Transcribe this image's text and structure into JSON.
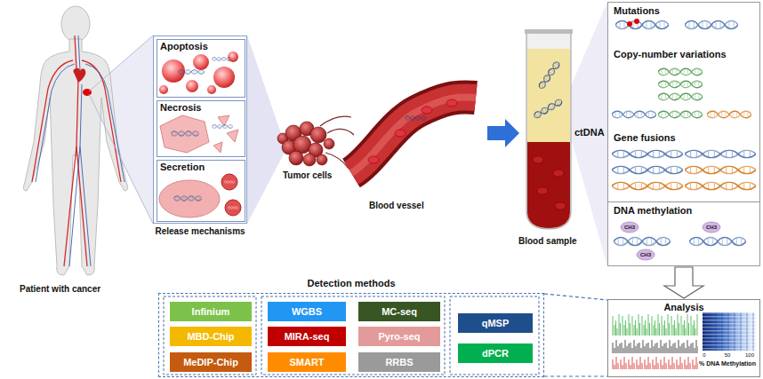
{
  "diagram": {
    "nodes": [
      {
        "text": [
          "Release mechanisms"
        ]
      },
      {
        "text": [
          "Apoptosis"
        ],
        "in": 0
      },
      {
        "text": [
          "Necrosis"
        ],
        "in": 0
      },
      {
        "text": [
          "Secretion"
        ],
        "in": 0
      },
      {
        "text": [
          "Mutations",
          "Copy-number variations",
          "Gene fusions"
        ]
      },
      {
        "text": [
          "DNA methylation"
        ]
      },
      {
        "text": [
          "Analysis"
        ]
      },
      {
        "text": [
          "Detection methods"
        ]
      },
      {
        "text": [
          "Infinium"
        ],
        "in": 7
      },
      {
        "text": [
          "MBD-Chip"
        ],
        "in": 7
      },
      {
        "text": [
          "MeDIP-Chip"
        ],
        "in": 7
      },
      {
        "text": [
          "WGBS"
        ],
        "in": 7
      },
      {
        "text": [
          "MIRA-seq"
        ],
        "in": 7
      },
      {
        "text": [
          "SMART"
        ],
        "in": 7
      },
      {
        "text": [
          "MC-seq"
        ],
        "in": 7
      },
      {
        "text": [
          "Pyro-seq"
        ],
        "in": 7
      },
      {
        "text": [
          "RRBS"
        ],
        "in": 7
      },
      {
        "text": [
          "qMSP"
        ],
        "in": 7
      },
      {
        "text": [
          "dPCR"
        ],
        "in": 7
      }
    ],
    "edges": [
      {
        "from": 5,
        "to": 6,
        "arrow": "to"
      },
      {
        "from": 7,
        "to": 6,
        "arrow": "none"
      }
    ],
    "labels": [
      "Patient with cancer",
      "Tumor cells",
      "Blood vessel",
      "Blood sample",
      "ctDNA",
      "CH3",
      "CH3",
      "CH3",
      "0",
      "50",
      "100",
      "% DNA Methylation"
    ]
  }
}
